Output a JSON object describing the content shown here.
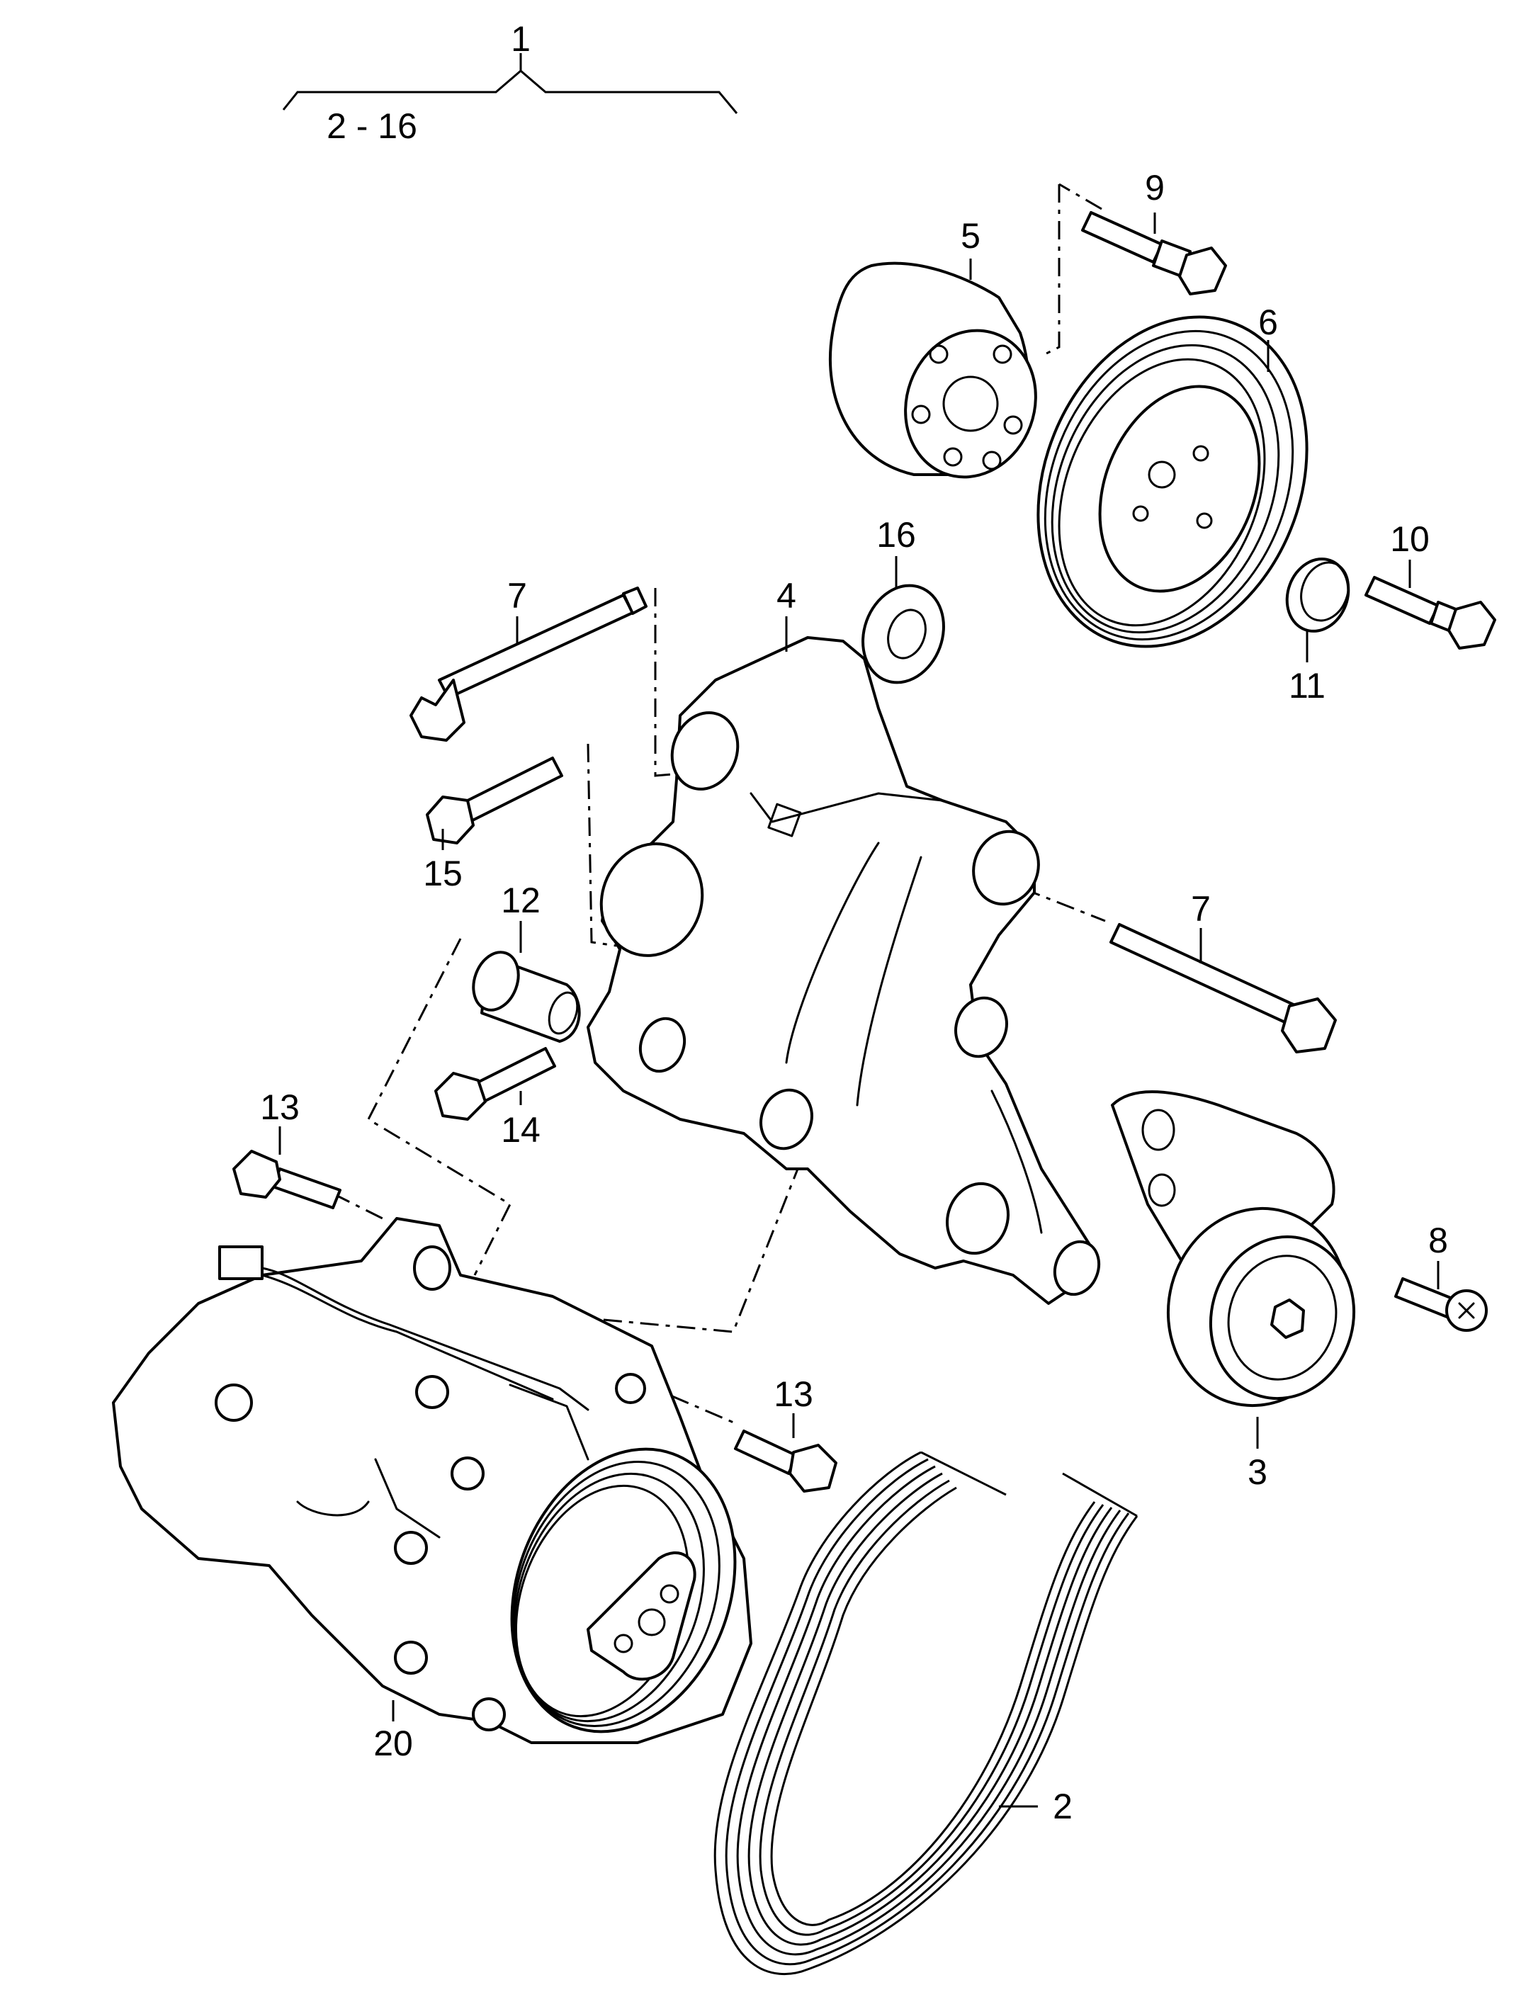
{
  "callouts": {
    "c1": "1",
    "c1_range": "2 - 16",
    "c2": "2",
    "c3": "3",
    "c4": "4",
    "c5": "5",
    "c6": "6",
    "c7a": "7",
    "c7b": "7",
    "c8": "8",
    "c9": "9",
    "c10": "10",
    "c11": "11",
    "c12": "12",
    "c13a": "13",
    "c13b": "13",
    "c14": "14",
    "c15": "15",
    "c16": "16",
    "c20": "20"
  },
  "colors": {
    "line": "#000000",
    "background": "#ffffff"
  }
}
